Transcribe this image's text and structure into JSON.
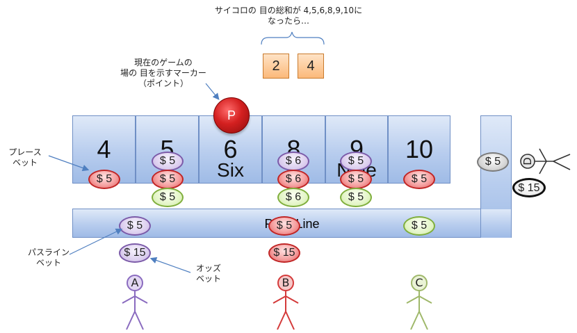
{
  "top_caption": {
    "line1": "サイコロの 目の総和が 4,5,6,8,9,10に",
    "line2": "なったら…"
  },
  "dice": [
    "2",
    "4"
  ],
  "point_marker": {
    "label": "P",
    "caption_line1": "現在のゲームの",
    "caption_line2": "場の 目を示すマーカー",
    "caption_line3": "（ポイント）"
  },
  "point_boxes": [
    {
      "number": "4",
      "name": ""
    },
    {
      "number": "5",
      "name": ""
    },
    {
      "number": "6",
      "name": "Six"
    },
    {
      "number": "8",
      "name": ""
    },
    {
      "number": "9",
      "name": "Nine"
    },
    {
      "number": "10",
      "name": ""
    }
  ],
  "pass_line_label": "Pass Line",
  "annotations": {
    "place_bet_line1": "プレース",
    "place_bet_line2": "ベット",
    "pass_line_bet_line1": "パスライン",
    "pass_line_bet_line2": "ベット",
    "odds_bet_line1": "オッズ",
    "odds_bet_line2": "ベット"
  },
  "chips": {
    "place_4": "$ 5",
    "place_5_purple": "$ 5",
    "place_5_red": "$ 5",
    "place_5_green": "$ 5",
    "place_8_purple": "$ 6",
    "place_8_red": "$ 6",
    "place_8_green": "$ 6",
    "place_9_purple": "$ 5",
    "place_9_red": "$ 5",
    "place_9_green": "$ 5",
    "place_10": "$ 5",
    "pass_a": "$ 5",
    "pass_b": "$ 5",
    "pass_c": "$ 5",
    "odds_a": "$ 15",
    "odds_b": "$ 15",
    "dont_pass_d": "$ 5",
    "odds_d": "$ 15"
  },
  "players": [
    {
      "label": "A",
      "color": "#8a6bbf"
    },
    {
      "label": "B",
      "color": "#d43a3a"
    },
    {
      "label": "C",
      "color": "#9fb86a"
    },
    {
      "label": "D",
      "color": "#333333"
    }
  ],
  "colors": {
    "red_chip": "#c02525",
    "purple_chip": "#7b5aa8",
    "green_chip": "#7fae3c",
    "box_border": "#6f8fc5",
    "die_fill": "#fbb97a"
  }
}
